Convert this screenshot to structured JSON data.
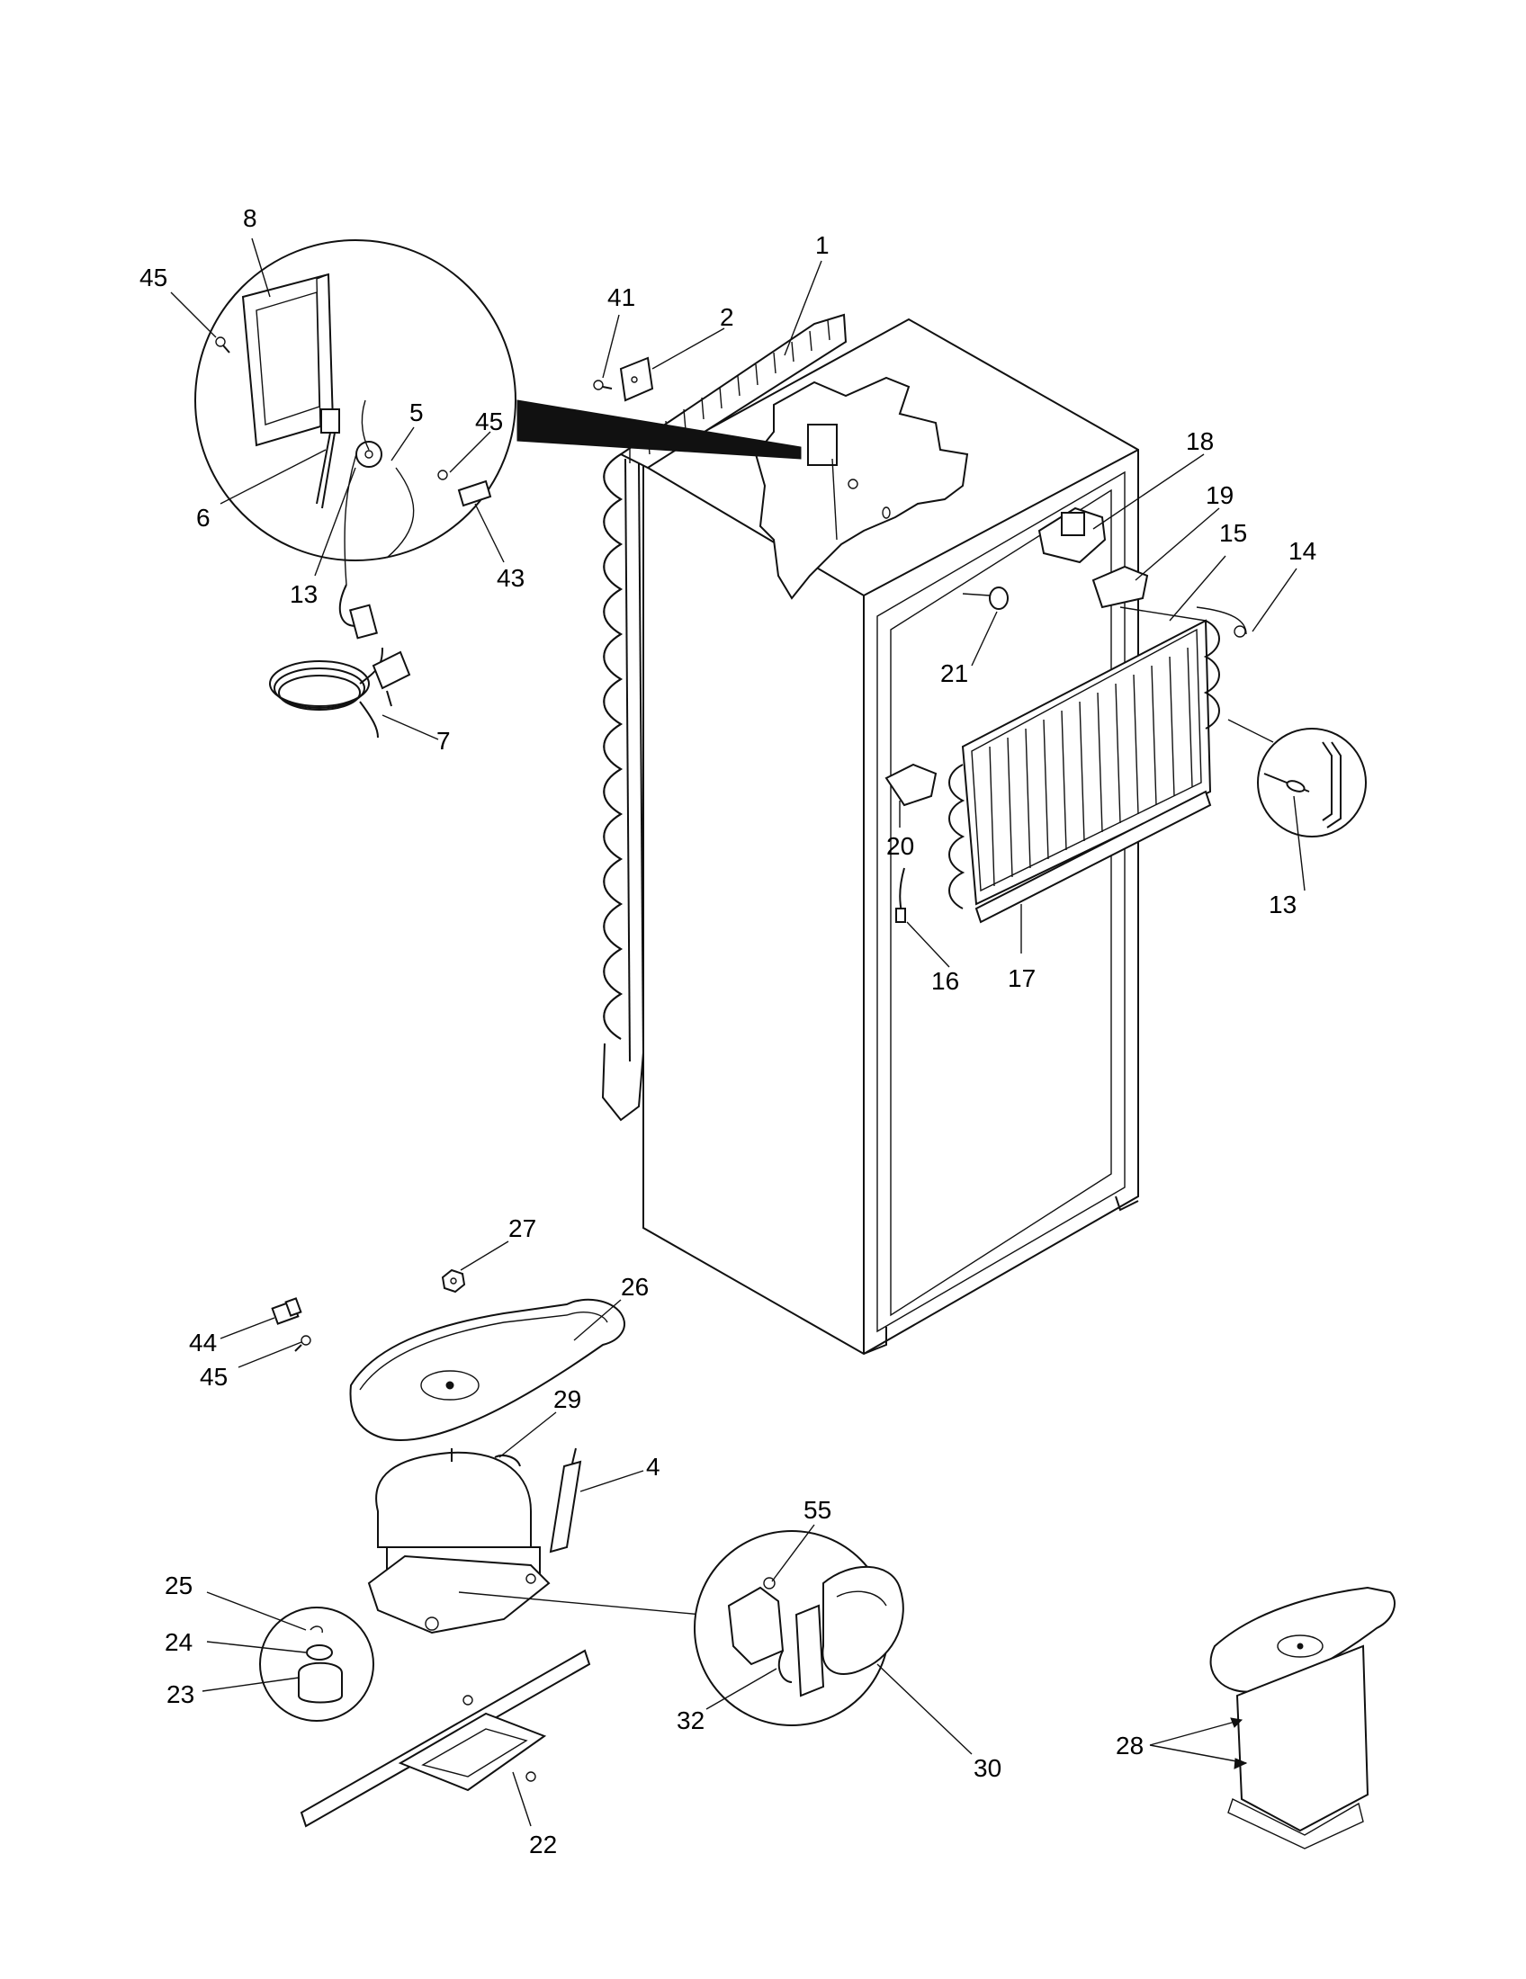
{
  "labels": {
    "l1": "1",
    "l2": "2",
    "l4": "4",
    "l5": "5",
    "l6": "6",
    "l7": "7",
    "l8": "8",
    "l13a": "13",
    "l13b": "13",
    "l14": "14",
    "l15": "15",
    "l16": "16",
    "l17": "17",
    "l18": "18",
    "l19": "19",
    "l20": "20",
    "l21": "21",
    "l22": "22",
    "l23": "23",
    "l24": "24",
    "l25": "25",
    "l26": "26",
    "l27": "27",
    "l28": "28",
    "l29": "29",
    "l30": "30",
    "l32": "32",
    "l41": "41",
    "l43": "43",
    "l44": "44",
    "l45a": "45",
    "l45b": "45",
    "l45c": "45",
    "l55": "55"
  }
}
